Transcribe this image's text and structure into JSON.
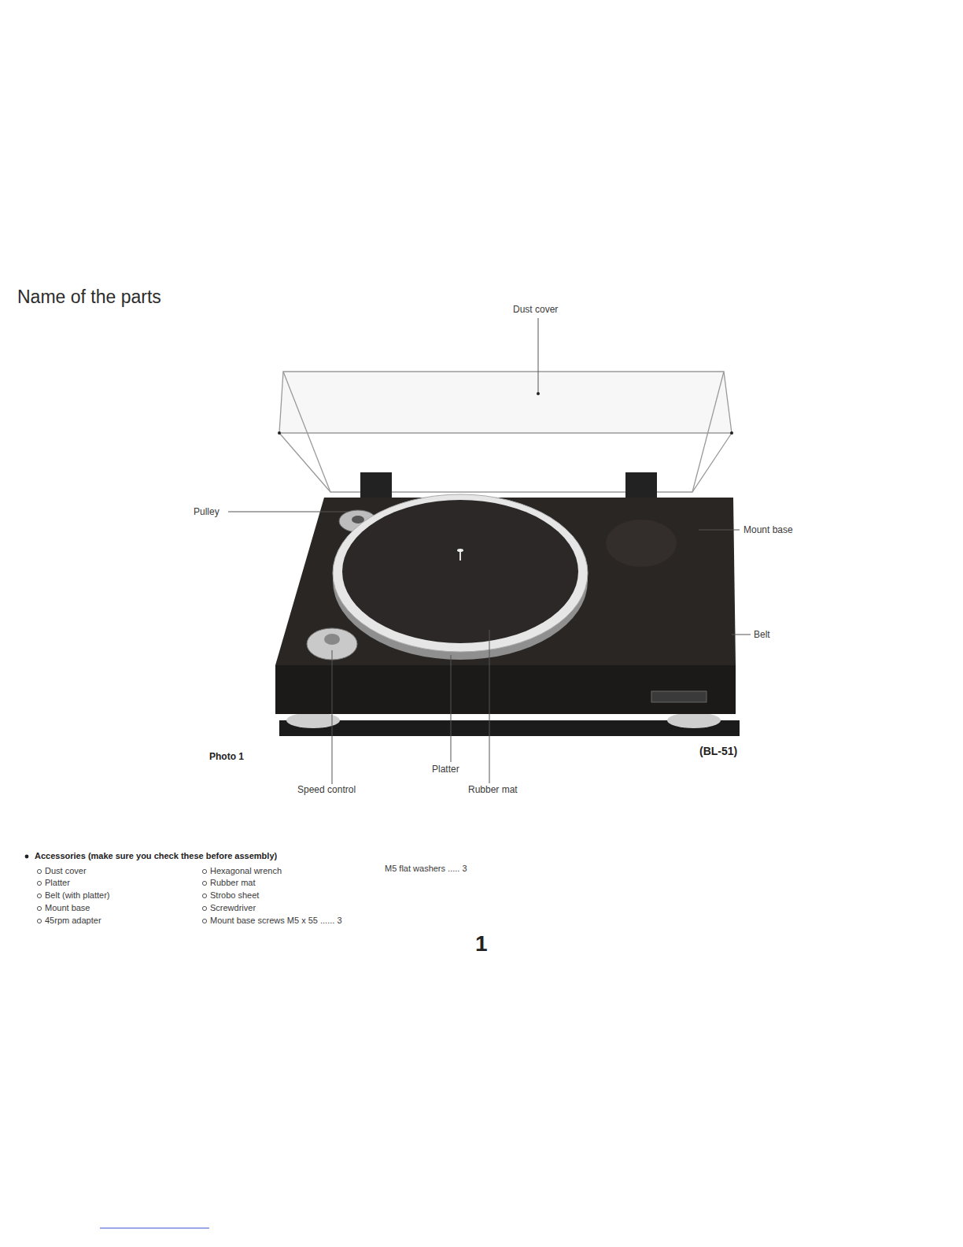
{
  "diagram": {
    "title": "Name of the parts",
    "labels": [
      "Dust cover",
      "Pulley",
      "Mount base",
      "Belt",
      "Photo 1",
      "(BL-51)",
      "Platter",
      "Speed control",
      "Rubber mat",
      "Accessories (make sure you check these before assembly)",
      "Dust cover",
      "Platter",
      "Belt (with platter)",
      "Mount base",
      "45rpm adapter",
      "Hexagonal wrench",
      "Rubber mat",
      "Strobo sheet",
      "Screwdriver",
      "Mount base screws M5 x 55 ...... 3",
      "M5 flat washers ..... 3",
      "1"
    ]
  }
}
